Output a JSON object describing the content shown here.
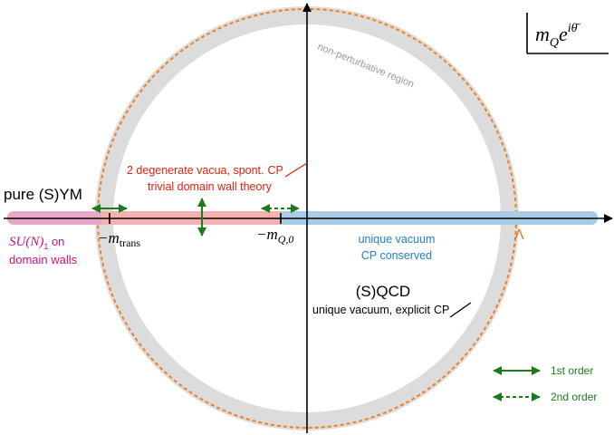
{
  "colors": {
    "background": "#ffffff",
    "axis": "#000000",
    "ring": "#dcdcdc",
    "boundary": "#f08020",
    "segment_pink": "#e8a8c8",
    "segment_red": "#f5b0b0",
    "segment_blue": "#a8cce8",
    "red_text": "#e02010",
    "blue_text": "#2080c8",
    "magenta_text": "#d0107a",
    "gray_text": "#9a9a9a",
    "green": "#1e7a1e",
    "orange": "#f07010"
  },
  "corner_label": {
    "m": "m",
    "sub": "Q",
    "e": "e",
    "sup": "iθ̄"
  },
  "ring_label": "non-perturbative region",
  "boundary_label": "Λ",
  "regions": {
    "pure_sym": "pure (S)YM",
    "su_n": "SU(N)",
    "su_n_sub": "1",
    "su_n_on": " on",
    "domain_walls": "domain walls",
    "degenerate_line1": "2 degenerate vacua, spont.",
    "cp_slashed": "CP",
    "degenerate_line2": "trivial domain wall theory",
    "unique_line1": "unique vacuum",
    "unique_line2": "CP conserved",
    "sqcd_title": "(S)QCD",
    "sqcd_sub": "unique vacuum, explicit",
    "sqcd_cp": "CP"
  },
  "axis_labels": {
    "m_trans": "−m",
    "m_trans_sub": "trans",
    "m_q0": "−m",
    "m_q0_sub": "Q,0"
  },
  "legend": {
    "first_order": "1st order",
    "second_order": "2nd order"
  }
}
